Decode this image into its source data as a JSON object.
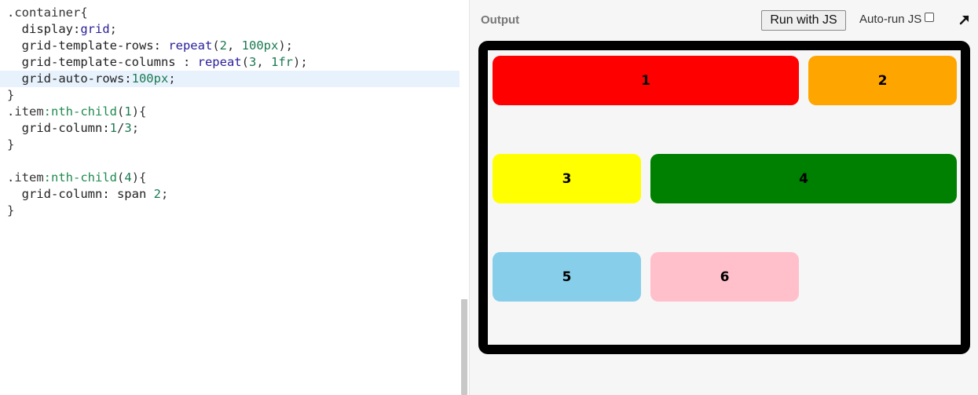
{
  "editor": {
    "lines": [
      [
        {
          "t": ".container",
          "c": "sel"
        },
        {
          "t": "{",
          "c": "punc"
        }
      ],
      [
        {
          "t": "  display:",
          "c": "prop"
        },
        {
          "t": "grid",
          "c": "kw"
        },
        {
          "t": ";",
          "c": "punc"
        }
      ],
      [
        {
          "t": "  grid-template-rows: ",
          "c": "prop"
        },
        {
          "t": "repeat",
          "c": "kw"
        },
        {
          "t": "(",
          "c": "punc"
        },
        {
          "t": "2",
          "c": "num"
        },
        {
          "t": ", ",
          "c": "punc"
        },
        {
          "t": "100px",
          "c": "num"
        },
        {
          "t": ");",
          "c": "punc"
        }
      ],
      [
        {
          "t": "  grid-template-columns : ",
          "c": "prop"
        },
        {
          "t": "repeat",
          "c": "kw"
        },
        {
          "t": "(",
          "c": "punc"
        },
        {
          "t": "3",
          "c": "num"
        },
        {
          "t": ", ",
          "c": "punc"
        },
        {
          "t": "1fr",
          "c": "num"
        },
        {
          "t": ");",
          "c": "punc"
        }
      ],
      [
        {
          "t": "  grid-auto-rows:",
          "c": "prop"
        },
        {
          "t": "100px",
          "c": "num"
        },
        {
          "t": ";",
          "c": "punc"
        }
      ],
      [
        {
          "t": "}",
          "c": "punc"
        }
      ],
      [
        {
          "t": ".item",
          "c": "sel"
        },
        {
          "t": ":nth-child",
          "c": "pseudo"
        },
        {
          "t": "(",
          "c": "punc"
        },
        {
          "t": "1",
          "c": "num"
        },
        {
          "t": "){",
          "c": "punc"
        }
      ],
      [
        {
          "t": "  grid-column:",
          "c": "prop"
        },
        {
          "t": "1",
          "c": "num"
        },
        {
          "t": "/",
          "c": "punc"
        },
        {
          "t": "3",
          "c": "num"
        },
        {
          "t": ";",
          "c": "punc"
        }
      ],
      [
        {
          "t": "}",
          "c": "punc"
        }
      ],
      [],
      [
        {
          "t": ".item",
          "c": "sel"
        },
        {
          "t": ":nth-child",
          "c": "pseudo"
        },
        {
          "t": "(",
          "c": "punc"
        },
        {
          "t": "4",
          "c": "num"
        },
        {
          "t": "){",
          "c": "punc"
        }
      ],
      [
        {
          "t": "  grid-column: span ",
          "c": "prop"
        },
        {
          "t": "2",
          "c": "num"
        },
        {
          "t": ";",
          "c": "punc"
        }
      ],
      [
        {
          "t": "}",
          "c": "punc"
        }
      ]
    ],
    "active_line": 4
  },
  "output": {
    "title": "Output",
    "run_button_label": "Run with JS",
    "autorun_label": "Auto-run JS",
    "autorun_checked": false,
    "expand_icon": "expand-arrow-icon"
  },
  "grid_items": [
    {
      "label": "1",
      "color": "#ff0000"
    },
    {
      "label": "2",
      "color": "#ffa500"
    },
    {
      "label": "3",
      "color": "#ffff00"
    },
    {
      "label": "4",
      "color": "#008000"
    },
    {
      "label": "5",
      "color": "#87ceeb"
    },
    {
      "label": "6",
      "color": "#ffc0cb"
    }
  ]
}
